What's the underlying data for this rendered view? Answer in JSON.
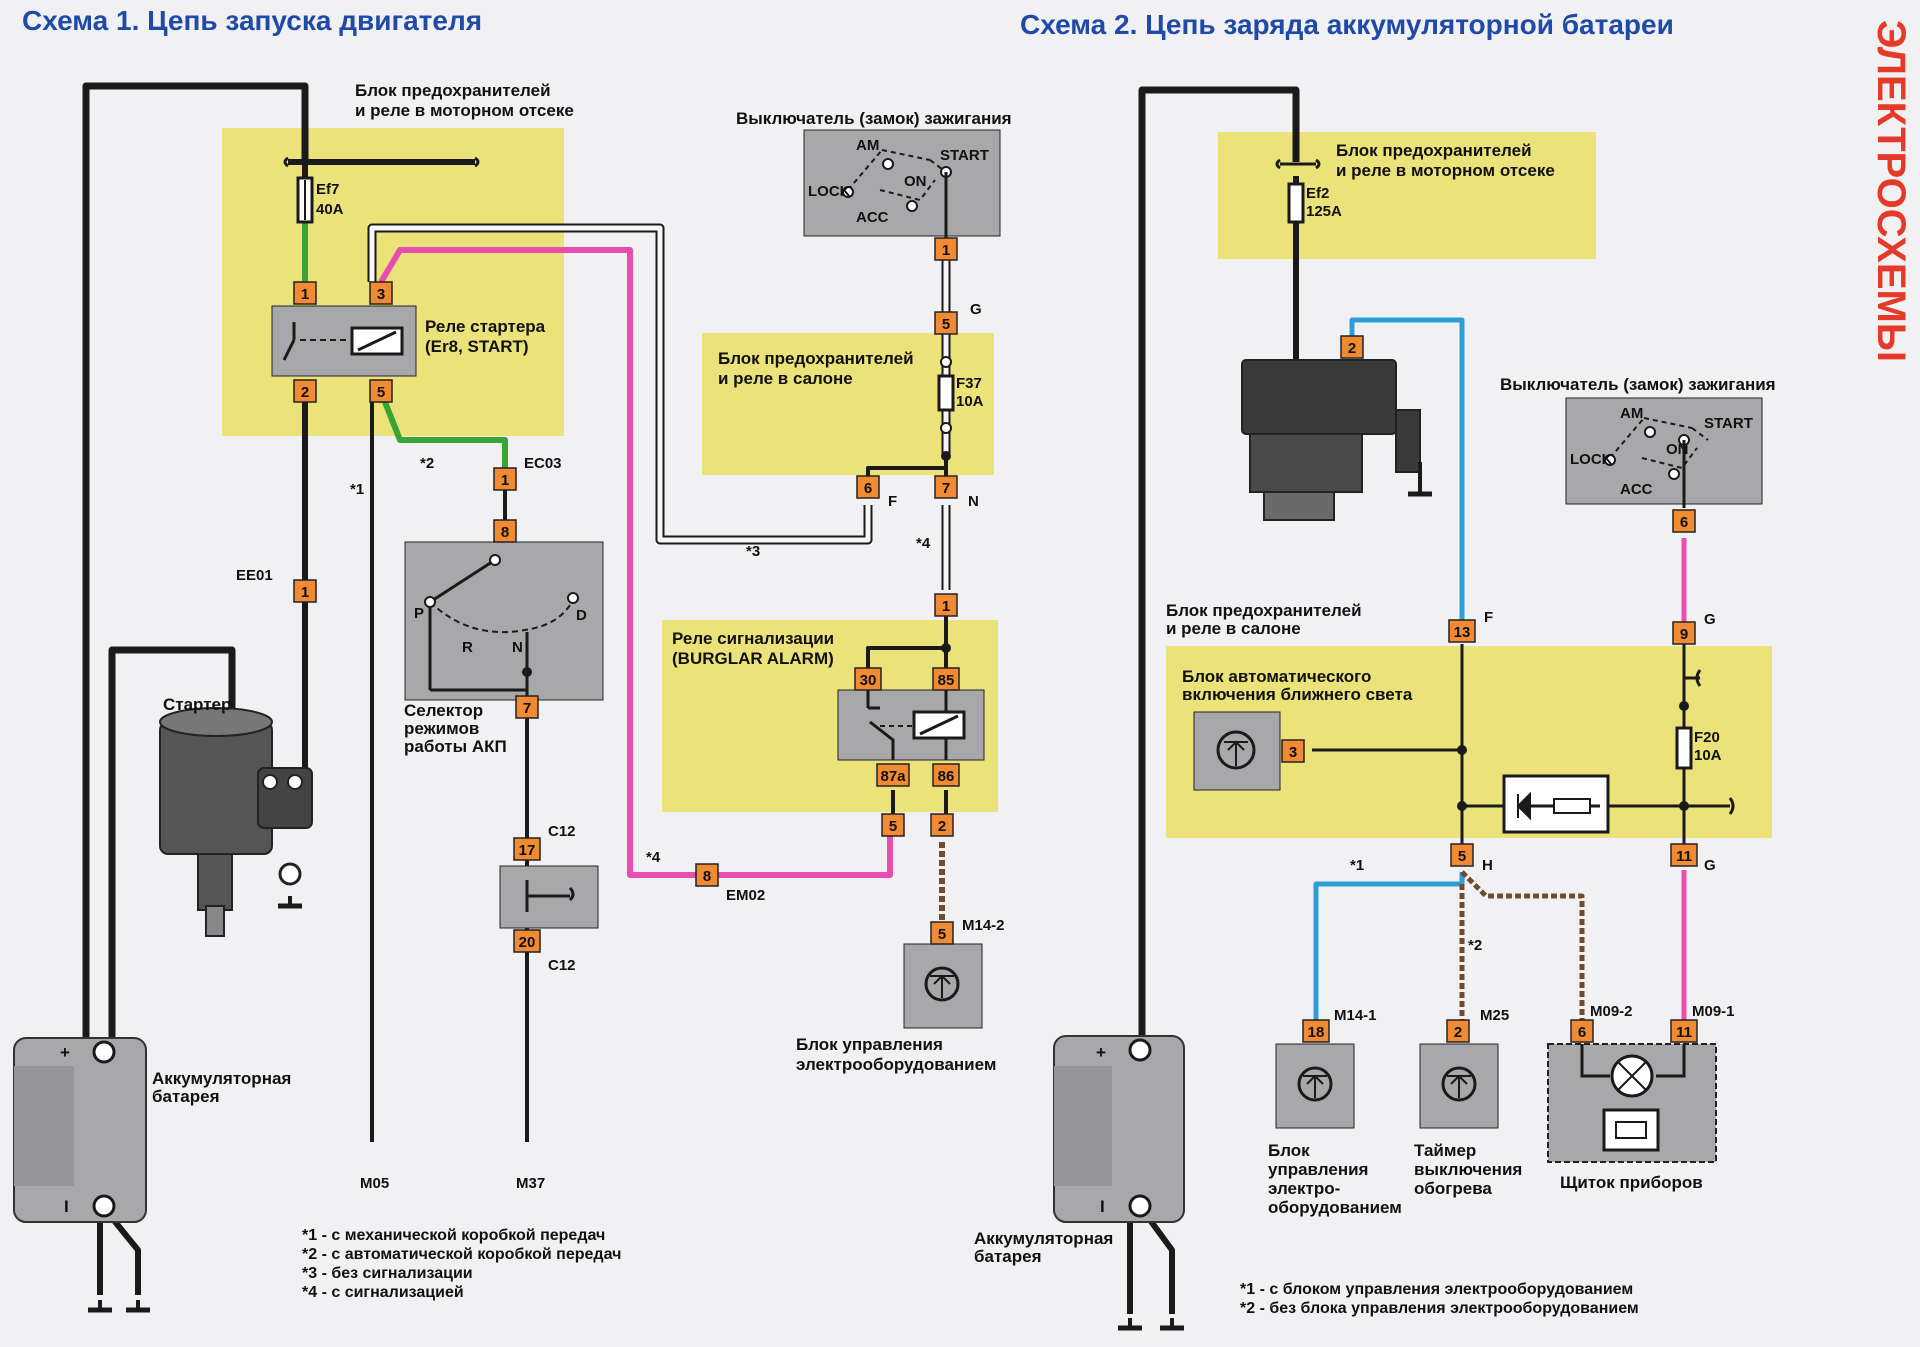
{
  "side_title": "ЭЛЕКТРОСХЕМЫ",
  "scheme1": {
    "title": "Схема 1. Цепь запуска двигателя",
    "engine_fuse_block": [
      "Блок предохранителей",
      "и реле в моторном отсеке"
    ],
    "fuse_ef7": [
      "Ef7",
      "40A"
    ],
    "starter_relay": [
      "Реле стартера",
      "(Er8, START)"
    ],
    "ignition_switch": "Выключатель (замок) зажигания",
    "switch_positions": {
      "am": "AM",
      "start": "START",
      "lock": "LOCK",
      "on": "ON",
      "acc": "ACC"
    },
    "cabin_fuse_block": [
      "Блок предохранителей",
      "и реле в салоне"
    ],
    "fuse_f37": [
      "F37",
      "10A"
    ],
    "alarm_relay": [
      "Реле сигнализации",
      "(BURGLAR ALARM)"
    ],
    "selector": [
      "Селектор",
      "режимов",
      "работы АКП"
    ],
    "selector_positions": {
      "p": "P",
      "r": "R",
      "n": "N",
      "d": "D"
    },
    "starter": "Стартер",
    "battery": [
      "Аккумуляторная",
      "батарея"
    ],
    "control_unit": [
      "Блок управления",
      "электрооборудованием"
    ],
    "connectors": {
      "ec03": "EC03",
      "ee01": "EE01",
      "em02": "EM02",
      "c12a": "C12",
      "c12b": "C12",
      "m05": "M05",
      "m37": "M37",
      "m14_2": "M14-2"
    },
    "wire_letters": {
      "g": "G",
      "f": "F",
      "n": "N"
    },
    "stars": {
      "s1": "*1",
      "s2": "*2",
      "s3": "*3",
      "s4": "*4"
    },
    "pins": {
      "relay_1": "1",
      "relay_3": "3",
      "relay_2": "2",
      "relay_5": "5",
      "ec03_1": "1",
      "sel_8": "8",
      "sel_7": "7",
      "ee01_1": "1",
      "c12_17": "17",
      "c12_20": "20",
      "em02_8": "8",
      "ign_1": "1",
      "cab_5": "5",
      "cab_6": "6",
      "cab_7": "7",
      "alarm_1": "1",
      "alarm_30": "30",
      "alarm_85": "85",
      "alarm_87a": "87a",
      "alarm_86": "86",
      "alarm_5": "5",
      "alarm_2": "2",
      "m14_5": "5"
    },
    "notes": [
      "*1 - с механической коробкой передач",
      "*2 - с автоматической коробкой передач",
      "*3 - без сигнализации",
      "*4 - с сигнализацией"
    ]
  },
  "scheme2": {
    "title": "Схема 2. Цепь заряда аккумуляторной батареи",
    "engine_fuse_block": [
      "Блок предохранителей",
      "и реле в моторном отсеке"
    ],
    "fuse_ef2": [
      "Ef2",
      "125A"
    ],
    "ignition_switch": "Выключатель (замок) зажигания",
    "switch_positions": {
      "am": "AM",
      "start": "START",
      "lock": "LOCK",
      "on": "ON",
      "acc": "ACC"
    },
    "cabin_fuse_block": [
      "Блок предохранителей",
      "и реле в салоне"
    ],
    "auto_light": [
      "Блок автоматического",
      "включения ближнего света"
    ],
    "fuse_f20": [
      "F20",
      "10A"
    ],
    "battery": [
      "Аккумуляторная",
      "батарея"
    ],
    "control_unit": [
      "Блок",
      "управления",
      "электро-",
      "оборудованием"
    ],
    "timer": [
      "Таймер",
      "выключения",
      "обогрева"
    ],
    "cluster": "Щиток приборов",
    "connectors": {
      "m14_1": "M14-1",
      "m25": "M25",
      "m09_2": "M09-2",
      "m09_1": "M09-1"
    },
    "wire_letters": {
      "f": "F",
      "g1": "G",
      "h": "H",
      "g2": "G"
    },
    "stars": {
      "s1": "*1",
      "s2": "*2"
    },
    "pins": {
      "alt_2": "2",
      "cab_13": "13",
      "auto_3": "3",
      "cab_5": "5",
      "ign_6": "6",
      "cab_9": "9",
      "cab_11": "11",
      "m14_18": "18",
      "m25_2": "2",
      "m09_6": "6",
      "m09_11": "11"
    },
    "notes": [
      "*1 - с блоком управления электрооборудованием",
      "*2 - без блока управления электрооборудованием"
    ]
  },
  "colors": {
    "zone": "#ece27a",
    "wire_black": "#1a1a1a",
    "wire_green": "#3aa536",
    "wire_pink": "#e64fb0",
    "wire_blue": "#2f9ed8",
    "wire_brown": "#6f4b2f",
    "pin_fill": "#f08a33",
    "module": "#a8a8ab",
    "title": "#1f4aa8",
    "side": "#e53a2a"
  },
  "icons": [
    "fuse-icon",
    "relay-coil-icon",
    "ground-icon",
    "transistor-icon",
    "diode-icon",
    "lamp-icon",
    "battery-icon",
    "starter-motor-icon",
    "alternator-icon",
    "switch-icon"
  ]
}
